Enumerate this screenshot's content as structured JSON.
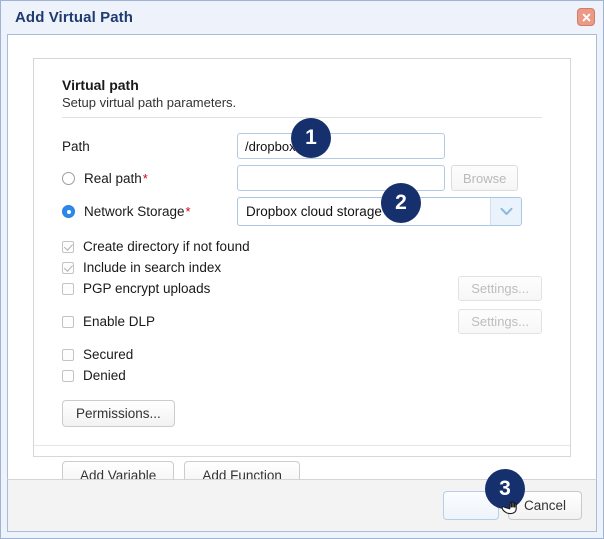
{
  "dialog": {
    "title": "Add Virtual Path",
    "close_icon": "close-icon"
  },
  "section": {
    "heading": "Virtual path",
    "subtitle": "Setup virtual path parameters."
  },
  "fields": {
    "path": {
      "label": "Path",
      "value": "/dropbox",
      "placeholder": ""
    },
    "real_path": {
      "label": "Real path",
      "required_mark": "*",
      "value": "",
      "placeholder": "",
      "selected": false,
      "browse_label": "Browse"
    },
    "network_storage": {
      "label": "Network Storage",
      "required_mark": "*",
      "selected": true,
      "value": "Dropbox cloud storage",
      "arrow_icon": "chevron-down-icon"
    }
  },
  "checkboxes": [
    {
      "label": "Create directory if not found",
      "checked": true,
      "settings_label": null
    },
    {
      "label": "Include in search index",
      "checked": true,
      "settings_label": null
    },
    {
      "label": "PGP encrypt uploads",
      "checked": false,
      "settings_label": "Settings..."
    },
    {
      "label": "Enable DLP",
      "checked": false,
      "settings_label": "Settings..."
    },
    {
      "label": "Secured",
      "checked": false,
      "settings_label": null
    },
    {
      "label": "Denied",
      "checked": false,
      "settings_label": null
    }
  ],
  "buttons": {
    "permissions": "Permissions...",
    "add_variable": "Add Variable",
    "add_function": "Add Function",
    "ok": "",
    "cancel": "Cancel"
  },
  "callouts": [
    {
      "number": "1"
    },
    {
      "number": "2"
    },
    {
      "number": "3"
    }
  ],
  "colors": {
    "badge": "#16306e",
    "title": "#1f3c70",
    "required": "#d0021b",
    "radio_selected": "#2b88ec",
    "close_button": "#ec9a86"
  }
}
